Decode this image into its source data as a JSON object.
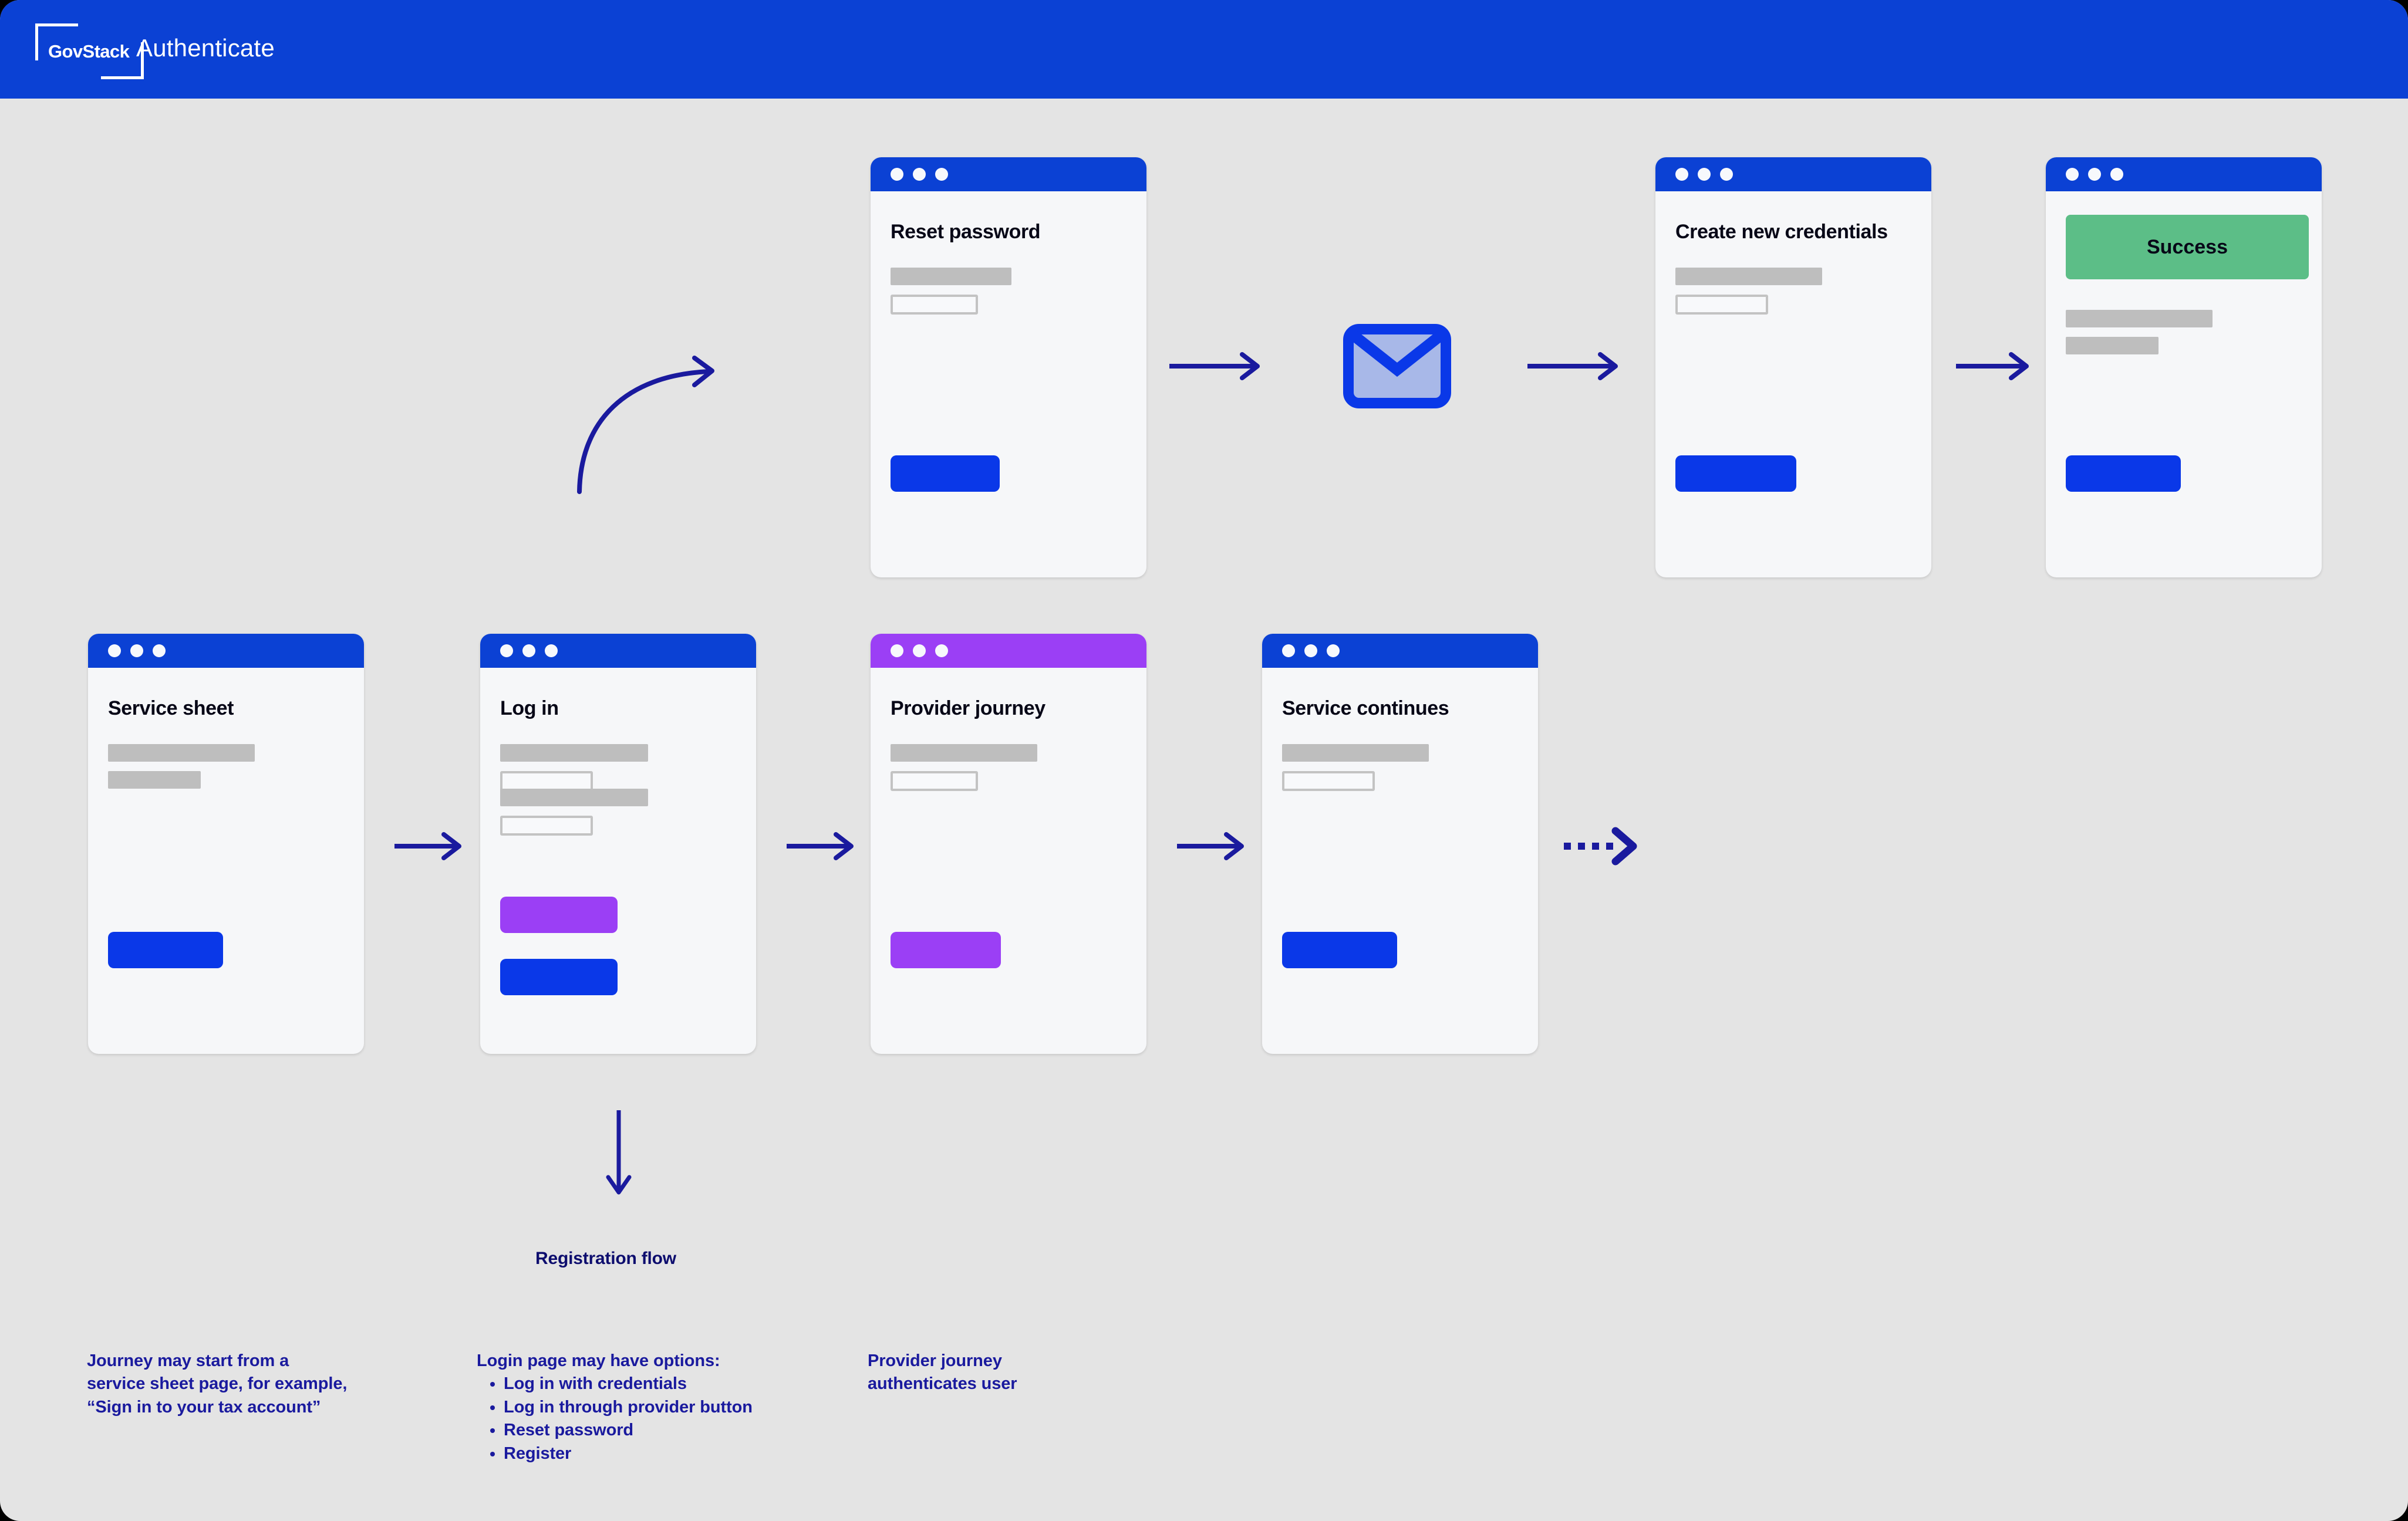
{
  "header": {
    "logo_text": "GovStack",
    "title": "Authenticate"
  },
  "colors": {
    "header_blue": "#0B41D4",
    "button_blue": "#0A38E8",
    "provider_purple": "#9B3FF5",
    "success_green": "#5CBE87",
    "arrow_navy": "#1A1A9E",
    "canvas": "#e4e4e4",
    "card_bg": "#f6f7f9",
    "skeleton_gray": "#bebebe"
  },
  "cards": {
    "reset_password": {
      "title": "Reset password",
      "bar_color": "blue"
    },
    "create_new_credentials": {
      "title": "Create new credentials",
      "bar_color": "blue"
    },
    "success": {
      "title": "",
      "banner_label": "Success",
      "bar_color": "blue"
    },
    "service_sheet": {
      "title": "Service sheet",
      "bar_color": "blue"
    },
    "log_in": {
      "title": "Log in",
      "bar_color": "blue"
    },
    "provider_journey": {
      "title": "Provider journey",
      "bar_color": "purple"
    },
    "service_continues": {
      "title": "Service continues",
      "bar_color": "blue"
    }
  },
  "icons": {
    "email": "envelope-icon"
  },
  "flow": {
    "registration_label": "Registration flow"
  },
  "notes": {
    "journey_start": "Journey may start from a\nservice sheet page, for example,\n“Sign in to your tax account”",
    "login_options_heading": "Login page may have options:",
    "login_options": [
      "Log in with credentials",
      "Log in through provider button",
      "Reset password",
      "Register"
    ],
    "provider_note": "Provider journey\nauthenticates user"
  }
}
